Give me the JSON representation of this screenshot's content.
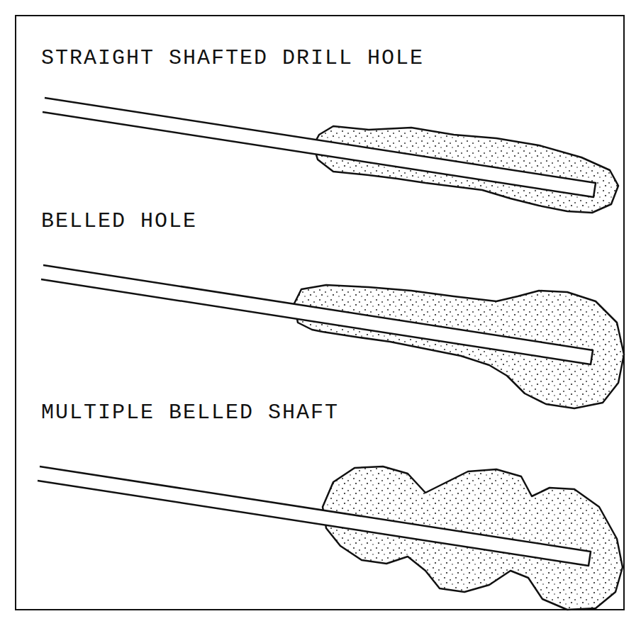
{
  "diagram": {
    "labels": [
      "STRAIGHT SHAFTED DRILL HOLE",
      "BELLED HOLE",
      "MULTIPLE BELLED SHAFT"
    ]
  }
}
